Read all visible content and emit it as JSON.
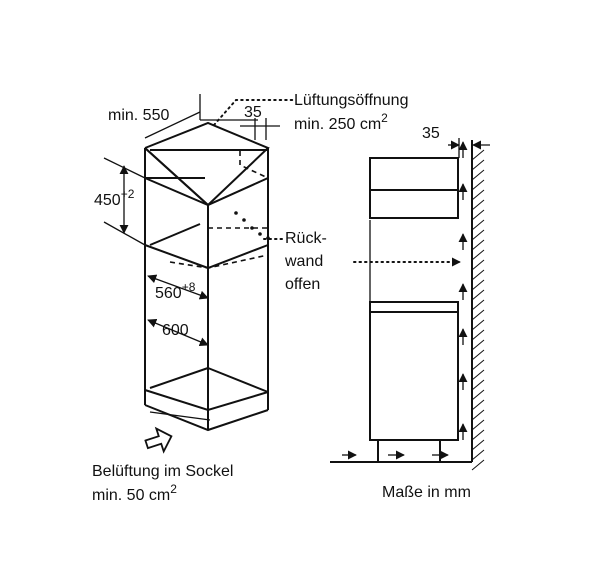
{
  "labels": {
    "depth_label": "min. 550",
    "top_gap": "35",
    "vent_line1": "Lüftungsöffnung",
    "vent_line2": "min. 250 cm",
    "vent_sup": "2",
    "height_base": "450",
    "height_sup": "+2",
    "width_base": "560",
    "width_sup": "+8",
    "inner_width": "600",
    "back_line1": "Rück-",
    "back_line2": "wand",
    "back_line3": "offen",
    "side_gap": "35",
    "sockel_line1": "Belüftung im Sockel",
    "sockel_line2": "min. 50 cm",
    "sockel_sup": "2",
    "units": "Maße in mm"
  },
  "icons": [
    "airflow-arrow-icon",
    "up-arrow-icon",
    "right-arrow-icon",
    "wall-hatch"
  ],
  "colors": {
    "ink": "#111111",
    "background": "#ffffff"
  }
}
